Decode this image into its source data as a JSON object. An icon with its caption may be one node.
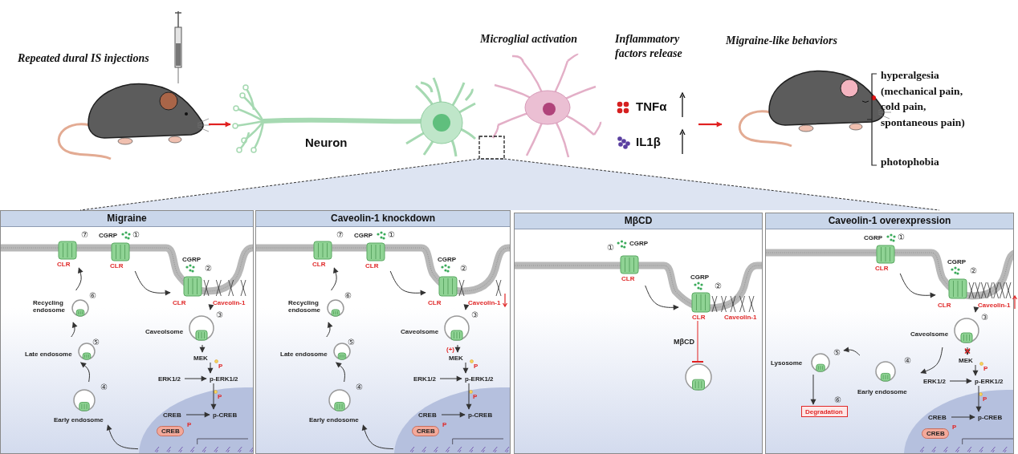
{
  "diagram": {
    "nodes": [
      {
        "text": [
          "Repeated dural IS injections"
        ]
      },
      {
        "text": [
          "Neuron"
        ]
      },
      {
        "text": [
          "Microglial activation"
        ]
      },
      {
        "text": [
          "Inflammatory factors release",
          "TNFα",
          "IL1β"
        ]
      },
      {
        "text": [
          "Migraine-like behaviors"
        ],
        "beside": [
          "hyperalgesia (mechanical pain, cold pain, spontaneous pain)",
          "photophobia"
        ]
      },
      {
        "text": [
          "Migraine"
        ]
      },
      {
        "text": [
          "CGRP",
          "①",
          "CLR"
        ],
        "in": 5
      },
      {
        "text": [
          "CGRP",
          "②",
          "CLR",
          "Caveolin-1"
        ],
        "in": 5
      },
      {
        "text": [
          "③",
          "Caveolsome"
        ],
        "in": 5
      },
      {
        "text": [
          "MEK"
        ],
        "in": 5
      },
      {
        "text": [
          "ERK1/2"
        ],
        "in": 5
      },
      {
        "text": [
          "p-ERK1/2"
        ],
        "in": 5
      },
      {
        "text": [],
        "shape": "circle",
        "in": 5
      },
      {
        "text": [
          "CREB"
        ],
        "in": 12
      },
      {
        "text": [
          "p-CREB"
        ],
        "in": 12
      },
      {
        "text": [
          "CREB"
        ],
        "beside": [
          "P"
        ],
        "in": 12
      },
      {
        "text": [
          "④",
          "Early endosome"
        ],
        "in": 5
      },
      {
        "text": [
          "⑤",
          "Late endosome"
        ],
        "in": 5
      },
      {
        "text": [
          "⑥",
          "Recycling endosome"
        ],
        "in": 5
      },
      {
        "text": [
          "⑦",
          "CLR"
        ],
        "in": 5
      },
      {
        "text": [
          "Caveolin-1 knockdown"
        ]
      },
      {
        "text": [
          "CGRP",
          "①",
          "CLR"
        ],
        "in": 20
      },
      {
        "text": [
          "CGRP",
          "②",
          "CLR",
          "Caveolin-1"
        ],
        "in": 20
      },
      {
        "text": [
          "③",
          "Caveolsome"
        ],
        "in": 20
      },
      {
        "text": [
          "MEK"
        ],
        "in": 20
      },
      {
        "text": [
          "ERK1/2"
        ],
        "in": 20
      },
      {
        "text": [
          "p-ERK1/2"
        ],
        "in": 20
      },
      {
        "text": [],
        "shape": "circle",
        "in": 20
      },
      {
        "text": [
          "CREB"
        ],
        "in": 27
      },
      {
        "text": [
          "p-CREB"
        ],
        "in": 27
      },
      {
        "text": [
          "CREB"
        ],
        "beside": [
          "P"
        ],
        "in": 27
      },
      {
        "text": [
          "④",
          "Early endosome"
        ],
        "in": 20
      },
      {
        "text": [
          "⑤",
          "Late endosome"
        ],
        "in": 20
      },
      {
        "text": [
          "⑥",
          "Recycling endosome"
        ],
        "in": 20
      },
      {
        "text": [
          "⑦",
          "CLR"
        ],
        "in": 20
      },
      {
        "text": [
          "MβCD"
        ]
      },
      {
        "text": [
          "①",
          "CGRP",
          "CLR"
        ],
        "in": 35
      },
      {
        "text": [
          "CGRP",
          "②",
          "CLR",
          "Caveolin-1"
        ],
        "in": 35
      },
      {
        "text": [],
        "shape": "circle",
        "in": 35
      },
      {
        "text": [
          "Caveolin-1 overexpression"
        ]
      },
      {
        "text": [
          "CGRP",
          "①",
          "CLR"
        ],
        "in": 39
      },
      {
        "text": [
          "CGRP",
          "②",
          "CLR",
          "Caveolin-1"
        ],
        "in": 39
      },
      {
        "text": [
          "③",
          "Caveolsome"
        ],
        "in": 39
      },
      {
        "text": [
          "MEK"
        ],
        "in": 39
      },
      {
        "text": [
          "ERK1/2"
        ],
        "in": 39
      },
      {
        "text": [
          "p-ERK1/2"
        ],
        "in": 39
      },
      {
        "text": [],
        "shape": "circle",
        "in": 39
      },
      {
        "text": [
          "CREB"
        ],
        "in": 46
      },
      {
        "text": [
          "p-CREB"
        ],
        "in": 46
      },
      {
        "text": [
          "CREB"
        ],
        "beside": [
          "P"
        ],
        "in": 46
      },
      {
        "text": [
          "④",
          "Early endosome"
        ],
        "in": 39
      },
      {
        "text": [
          "Lysosome",
          "⑤"
        ],
        "in": 39
      },
      {
        "text": [
          "Degradation"
        ],
        "beside": [
          "⑥"
        ],
        "in": 39
      }
    ],
    "edges": [
      {
        "from": 0,
        "to": 1,
        "arrow": "to",
        "color": "#e02020"
      },
      {
        "from": 3,
        "to": 4,
        "arrow": "to",
        "color": "#e02020"
      },
      {
        "from": 6,
        "to": 7,
        "arrow": "to"
      },
      {
        "from": 7,
        "to": 8,
        "arrow": "to"
      },
      {
        "from": 8,
        "to": 9,
        "arrow": "to"
      },
      {
        "from": 9,
        "to": 11,
        "arrow": "to"
      },
      {
        "from": 10,
        "to": 11,
        "arrow": "to"
      },
      {
        "from": 11,
        "to": 14,
        "arrow": "to"
      },
      {
        "from": 13,
        "to": 14,
        "arrow": "to"
      },
      {
        "from": 12,
        "to": 16,
        "arrow": "to"
      },
      {
        "from": 16,
        "to": 17,
        "arrow": "to"
      },
      {
        "from": 17,
        "to": 18,
        "arrow": "to"
      },
      {
        "from": 18,
        "to": 19,
        "arrow": "to"
      },
      {
        "from": 21,
        "to": 22,
        "arrow": "to"
      },
      {
        "from": 22,
        "to": 23,
        "arrow": "to"
      },
      {
        "from": 23,
        "to": 24,
        "arrow": "to",
        "label": "(+)"
      },
      {
        "from": 24,
        "to": 26,
        "arrow": "to"
      },
      {
        "from": 25,
        "to": 26,
        "arrow": "to"
      },
      {
        "from": 26,
        "to": 29,
        "arrow": "to"
      },
      {
        "from": 28,
        "to": 29,
        "arrow": "to"
      },
      {
        "from": 27,
        "to": 31,
        "arrow": "to"
      },
      {
        "from": 31,
        "to": 32,
        "arrow": "to"
      },
      {
        "from": 32,
        "to": 33,
        "arrow": "to"
      },
      {
        "from": 33,
        "to": 34,
        "arrow": "to"
      },
      {
        "from": 36,
        "to": 37,
        "arrow": "to"
      },
      {
        "from": 37,
        "to": 38,
        "arrow": "other",
        "label": "MβCD",
        "color": "#e02020"
      },
      {
        "from": 40,
        "to": 41,
        "arrow": "to"
      },
      {
        "from": 41,
        "to": 42,
        "arrow": "to"
      },
      {
        "from": 42,
        "to": 43,
        "arrow": "to"
      },
      {
        "from": 42,
        "to": 50,
        "arrow": "to"
      },
      {
        "from": 50,
        "to": 51,
        "arrow": "to"
      },
      {
        "from": 51,
        "to": 52,
        "arrow": "to"
      },
      {
        "from": 43,
        "to": 45,
        "arrow": "to"
      },
      {
        "from": 44,
        "to": 45,
        "arrow": "to"
      },
      {
        "from": 45,
        "to": 48,
        "arrow": "to"
      },
      {
        "from": 47,
        "to": 48,
        "arrow": "to"
      }
    ],
    "labels": [
      "P",
      "P",
      "P",
      "P",
      "P",
      "P"
    ]
  }
}
